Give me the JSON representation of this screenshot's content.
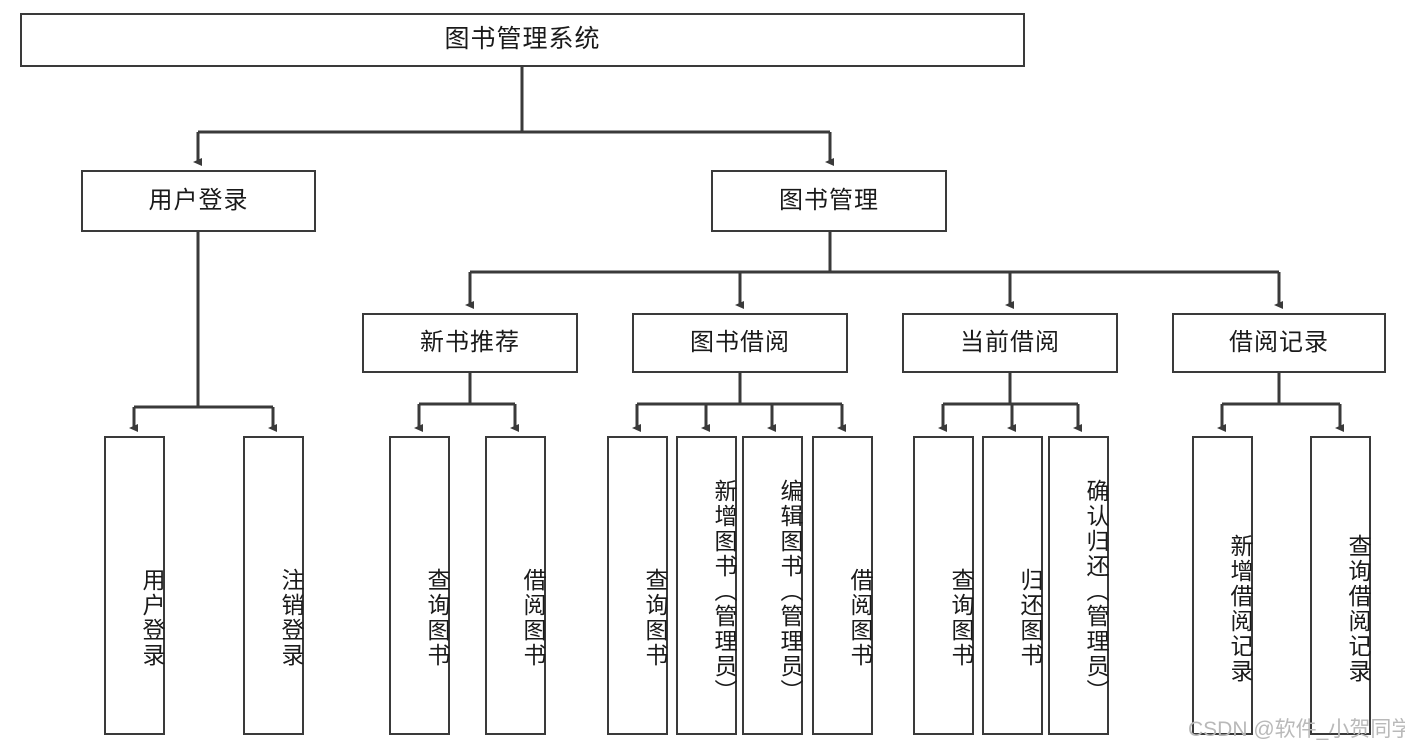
{
  "diagram": {
    "type": "tree",
    "title": "图书管理系统",
    "root": {
      "label": "图书管理系统"
    },
    "level2": [
      {
        "label": "用户登录"
      },
      {
        "label": "图书管理"
      }
    ],
    "level3": [
      {
        "label": "新书推荐"
      },
      {
        "label": "图书借阅"
      },
      {
        "label": "当前借阅"
      },
      {
        "label": "借阅记录"
      }
    ],
    "leaves": [
      {
        "label": "用户登录",
        "parent": "用户登录"
      },
      {
        "label": "注销登录",
        "parent": "用户登录"
      },
      {
        "label": "查询图书",
        "parent": "新书推荐"
      },
      {
        "label": "借阅图书",
        "parent": "新书推荐"
      },
      {
        "label": "查询图书",
        "parent": "图书借阅"
      },
      {
        "label": "新增图书（管理员）",
        "parent": "图书借阅"
      },
      {
        "label": "编辑图书（管理员）",
        "parent": "图书借阅"
      },
      {
        "label": "借阅图书",
        "parent": "图书借阅"
      },
      {
        "label": "查询图书",
        "parent": "当前借阅"
      },
      {
        "label": "归还图书",
        "parent": "当前借阅"
      },
      {
        "label": "确认归还（管理员）",
        "parent": "当前借阅"
      },
      {
        "label": "新增借阅记录",
        "parent": "借阅记录"
      },
      {
        "label": "查询借阅记录",
        "parent": "借阅记录"
      }
    ],
    "colors": {
      "border": "#3a3a3a",
      "background": "#ffffff",
      "text": "#1a1a1a",
      "watermark": "#b9b9b9"
    }
  },
  "watermark": {
    "text": "CSDN @软件_小贺同学"
  }
}
